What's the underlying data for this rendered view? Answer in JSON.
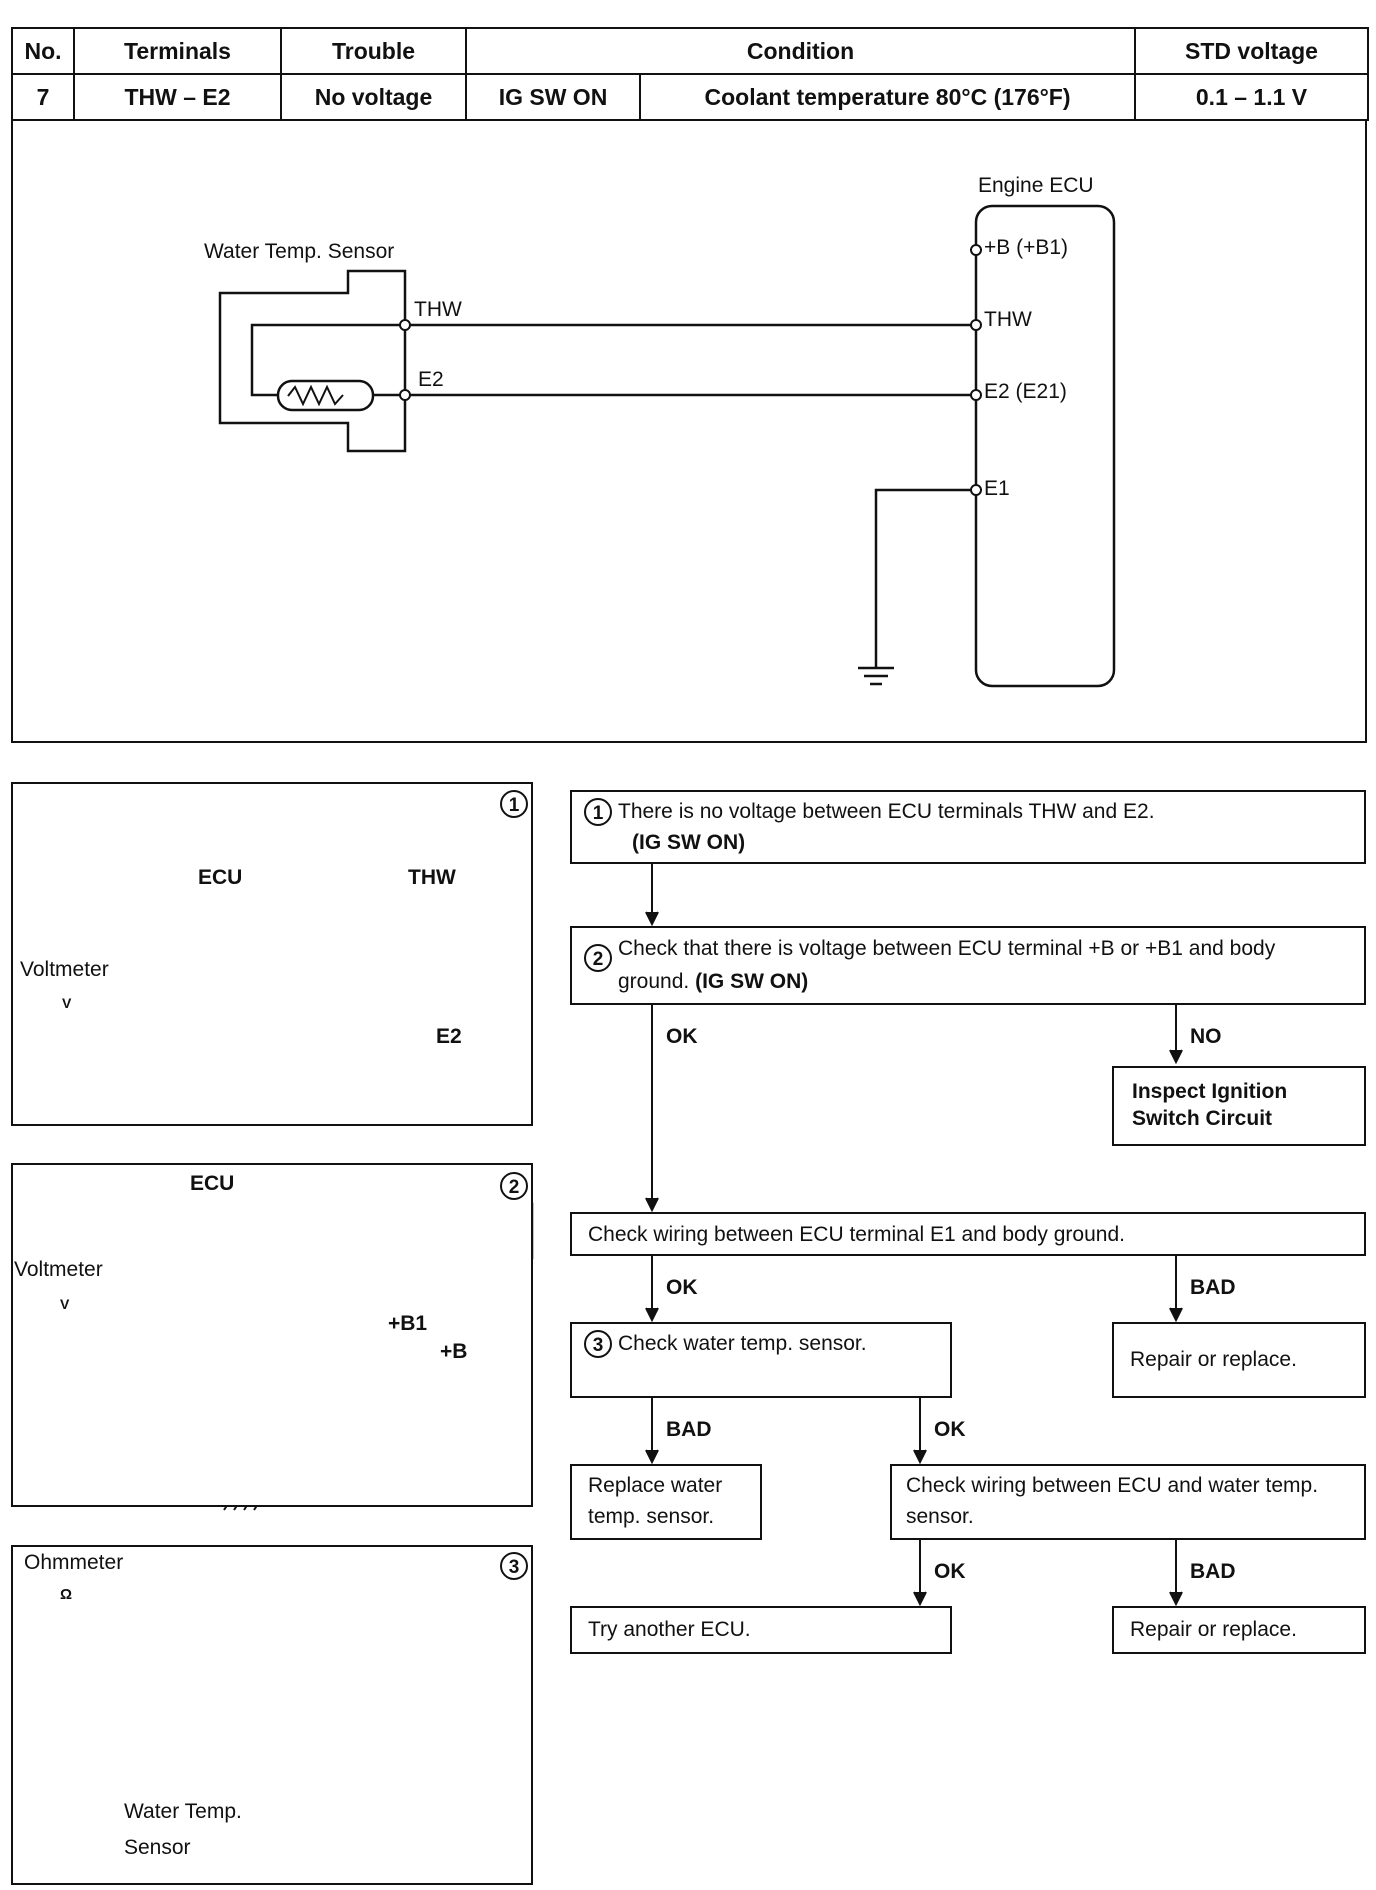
{
  "table": {
    "headers": [
      "No.",
      "Terminals",
      "Trouble",
      "Condition",
      "STD voltage"
    ],
    "row": {
      "no": "7",
      "terminals": "THW – E2",
      "trouble": "No voltage",
      "condition_switch": "IG SW ON",
      "condition_detail": "Coolant temperature 80°C (176°F)",
      "std_voltage": "0.1 – 1.1 V"
    }
  },
  "circuit": {
    "ecu_title": "Engine ECU",
    "sensor_title": "Water Temp. Sensor",
    "sensor_thw": "THW",
    "sensor_e2": "E2",
    "ecu_b": "+B (+B1)",
    "ecu_thw": "THW",
    "ecu_e2": "E2 (E21)",
    "ecu_e1": "E1"
  },
  "panel1": {
    "number": "1",
    "ecu": "ECU",
    "thw": "THW",
    "voltmeter": "Voltmeter",
    "meter_symbol": "V",
    "e2": "E2"
  },
  "panel2": {
    "number": "2",
    "ecu": "ECU",
    "voltmeter": "Voltmeter",
    "meter_symbol": "V",
    "b1": "+B1",
    "b": "+B"
  },
  "panel3": {
    "number": "3",
    "ohmmeter": "Ohmmeter",
    "meter_symbol": "Ω",
    "sensor_line1": "Water Temp.",
    "sensor_line2": "Sensor"
  },
  "flow": {
    "step1_num": "1",
    "step1_text": "There is no voltage between ECU terminals THW and E2.",
    "step1_cond": "(IG SW ON)",
    "step2_num": "2",
    "step2_text": "Check that there is voltage between ECU terminal +B or +B1 and body ground.",
    "step2_cond": "(IG SW ON)",
    "ok1": "OK",
    "no1": "NO",
    "inspect": "Inspect Ignition Switch Circuit",
    "check_e1": "Check wiring between ECU terminal E1 and body ground.",
    "ok2": "OK",
    "bad2": "BAD",
    "step3_num": "3",
    "step3_text": "Check water temp. sensor.",
    "repair1": "Repair or replace.",
    "bad3": "BAD",
    "ok3": "OK",
    "replace_sensor": "Replace water temp. sensor.",
    "check_wiring": "Check wiring between ECU and water temp. sensor.",
    "ok4": "OK",
    "bad4": "BAD",
    "try_ecu": "Try another ECU.",
    "repair2": "Repair or replace."
  }
}
